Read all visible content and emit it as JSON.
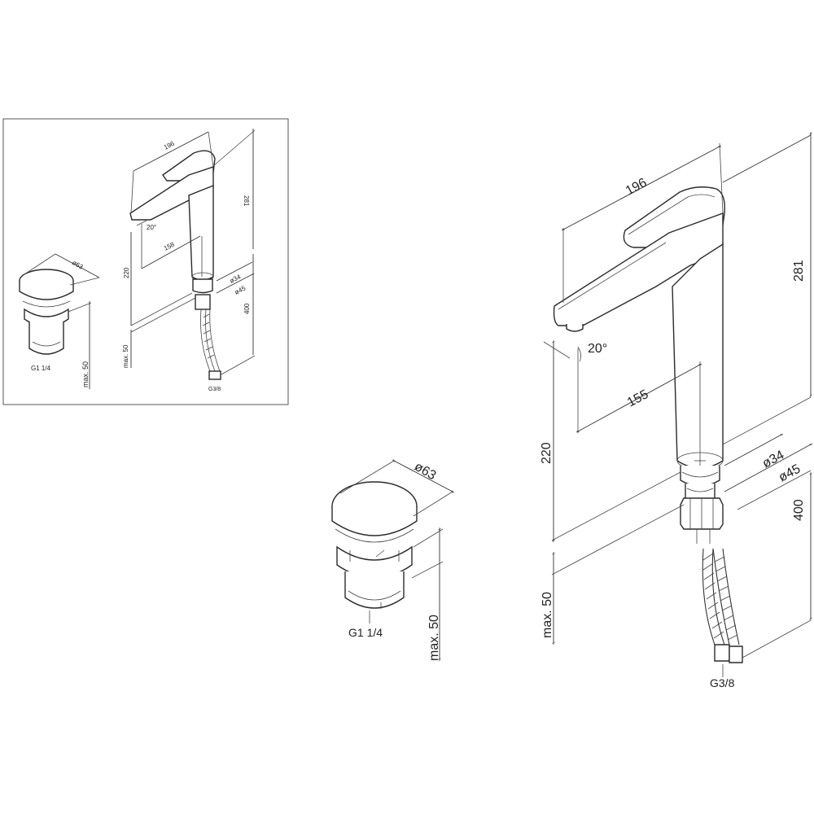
{
  "dimensions": {
    "spout_length": "196",
    "height": "281",
    "reach": "155",
    "angle": "20°",
    "deck_height": "220",
    "base_diameter_small": "ø34",
    "base_diameter_large": "ø45",
    "hose_length": "400",
    "max_deck_thickness": "max. 50",
    "hose_thread": "G3/8",
    "waste_diameter": "ø63",
    "waste_thread": "G1 1/4",
    "waste_max": "max. 50"
  },
  "inset_dimensions": {
    "spout_length": "196",
    "height": "281",
    "reach": "158",
    "angle": "20°",
    "deck_height": "220",
    "base_diameter_small": "ø34",
    "base_diameter_large": "ø45",
    "hose_length": "400",
    "max_deck_thickness": "max. 50",
    "hose_thread": "G3/8",
    "waste_diameter": "ø63",
    "waste_thread": "G1 1/4",
    "waste_max": "max. 50"
  }
}
